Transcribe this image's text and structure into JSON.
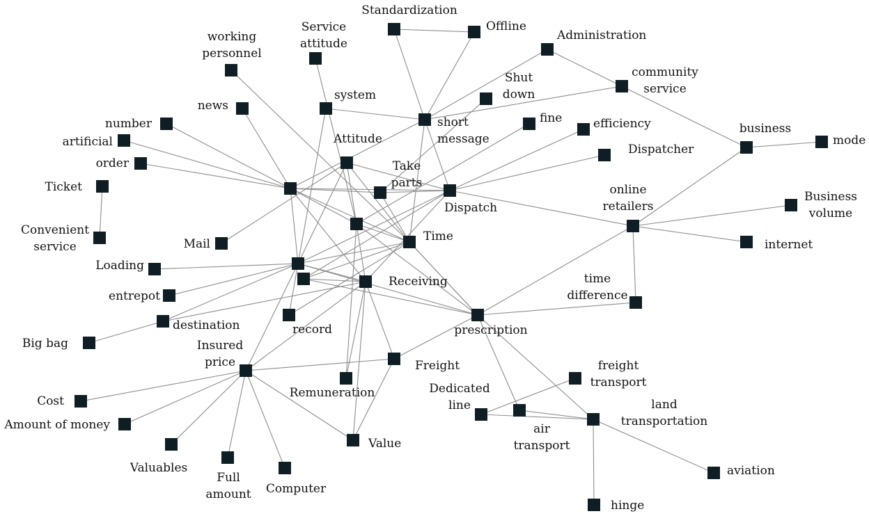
{
  "nodes": [
    {
      "id": "standardization",
      "label": [
        "Standardization"
      ]
    },
    {
      "id": "offline",
      "label": [
        "Offline"
      ]
    },
    {
      "id": "administration",
      "label": [
        "Administration"
      ]
    },
    {
      "id": "working_personnel",
      "label": [
        "working",
        "personnel"
      ]
    },
    {
      "id": "service_attitude",
      "label": [
        "Service",
        "attitude"
      ]
    },
    {
      "id": "shut_down",
      "label": [
        "Shut",
        "down"
      ]
    },
    {
      "id": "community_service",
      "label": [
        "community",
        "service"
      ]
    },
    {
      "id": "system",
      "label": [
        "system"
      ]
    },
    {
      "id": "news",
      "label": [
        "news"
      ]
    },
    {
      "id": "short_message",
      "label": [
        "short",
        "message"
      ]
    },
    {
      "id": "fine",
      "label": [
        "fine"
      ]
    },
    {
      "id": "efficiency",
      "label": [
        "efficiency"
      ]
    },
    {
      "id": "business",
      "label": [
        "business"
      ]
    },
    {
      "id": "mode",
      "label": [
        "mode"
      ]
    },
    {
      "id": "number",
      "label": [
        "number"
      ]
    },
    {
      "id": "artificial",
      "label": [
        "artificial"
      ]
    },
    {
      "id": "attitude",
      "label": [
        "Attitude"
      ]
    },
    {
      "id": "dispatcher",
      "label": [
        "Dispatcher"
      ]
    },
    {
      "id": "order",
      "label": [
        "order"
      ]
    },
    {
      "id": "take_parts",
      "label": [
        "Take",
        "parts"
      ]
    },
    {
      "id": "ticket",
      "label": [
        "Ticket"
      ]
    },
    {
      "id": "hub_a",
      "label": []
    },
    {
      "id": "dispatch",
      "label": [
        "Dispatch"
      ]
    },
    {
      "id": "online_retailers",
      "label": [
        "online",
        "retailers"
      ]
    },
    {
      "id": "business_volume",
      "label": [
        "Business",
        "volume"
      ]
    },
    {
      "id": "convenient_service",
      "label": [
        "Convenient",
        "service"
      ]
    },
    {
      "id": "hub_b",
      "label": []
    },
    {
      "id": "mail",
      "label": [
        "Mail"
      ]
    },
    {
      "id": "time",
      "label": [
        "Time"
      ]
    },
    {
      "id": "internet",
      "label": [
        "internet"
      ]
    },
    {
      "id": "loading",
      "label": [
        "Loading"
      ]
    },
    {
      "id": "hub_c",
      "label": []
    },
    {
      "id": "hub_d",
      "label": []
    },
    {
      "id": "receiving",
      "label": [
        "Receiving"
      ]
    },
    {
      "id": "time_difference",
      "label": [
        "time",
        "difference"
      ]
    },
    {
      "id": "entrepot",
      "label": [
        "entrepot"
      ]
    },
    {
      "id": "prescription",
      "label": [
        "prescription"
      ]
    },
    {
      "id": "record",
      "label": [
        "record"
      ]
    },
    {
      "id": "destination",
      "label": [
        "destination"
      ]
    },
    {
      "id": "big_bag",
      "label": [
        "Big bag"
      ]
    },
    {
      "id": "insured_price",
      "label": [
        "Insured",
        "price"
      ]
    },
    {
      "id": "freight",
      "label": [
        "Freight"
      ]
    },
    {
      "id": "freight_transport",
      "label": [
        "freight",
        "transport"
      ]
    },
    {
      "id": "remuneration",
      "label": [
        "Remuneration"
      ]
    },
    {
      "id": "dedicated_line",
      "label": [
        "Dedicated",
        "line"
      ]
    },
    {
      "id": "cost",
      "label": [
        "Cost"
      ]
    },
    {
      "id": "air_transport",
      "label": [
        "air",
        "transport"
      ]
    },
    {
      "id": "land_transportation",
      "label": [
        "land",
        "transportation"
      ]
    },
    {
      "id": "amount_of_money",
      "label": [
        "Amount of money"
      ]
    },
    {
      "id": "value",
      "label": [
        "Value"
      ]
    },
    {
      "id": "valuables",
      "label": [
        "Valuables"
      ]
    },
    {
      "id": "full_amount",
      "label": [
        "Full",
        "amount"
      ]
    },
    {
      "id": "computer",
      "label": [
        "Computer"
      ]
    },
    {
      "id": "aviation",
      "label": [
        "aviation"
      ]
    },
    {
      "id": "hinge",
      "label": [
        "hinge"
      ]
    }
  ],
  "edges": [
    [
      "standardization",
      "offline"
    ],
    [
      "standardization",
      "short_message"
    ],
    [
      "offline",
      "short_message"
    ],
    [
      "administration",
      "community_service"
    ],
    [
      "administration",
      "short_message"
    ],
    [
      "community_service",
      "business"
    ],
    [
      "community_service",
      "short_message"
    ],
    [
      "business",
      "mode"
    ],
    [
      "business",
      "online_retailers"
    ],
    [
      "service_attitude",
      "hub_b"
    ],
    [
      "working_personnel",
      "time"
    ],
    [
      "system",
      "short_message"
    ],
    [
      "system",
      "hub_c"
    ],
    [
      "short_message",
      "dispatch"
    ],
    [
      "short_message",
      "hub_a"
    ],
    [
      "short_message",
      "time"
    ],
    [
      "shut_down",
      "take_parts"
    ],
    [
      "fine",
      "hub_b"
    ],
    [
      "efficiency",
      "dispatch"
    ],
    [
      "dispatcher",
      "dispatch"
    ],
    [
      "news",
      "hub_a"
    ],
    [
      "number",
      "hub_a"
    ],
    [
      "artificial",
      "hub_a"
    ],
    [
      "order",
      "hub_a"
    ],
    [
      "ticket",
      "convenient_service"
    ],
    [
      "mail",
      "attitude"
    ],
    [
      "hub_a",
      "dispatch"
    ],
    [
      "hub_a",
      "take_parts"
    ],
    [
      "hub_a",
      "time"
    ],
    [
      "hub_a",
      "hub_b"
    ],
    [
      "hub_a",
      "receiving"
    ],
    [
      "hub_a",
      "hub_c"
    ],
    [
      "attitude",
      "time"
    ],
    [
      "attitude",
      "hub_c"
    ],
    [
      "attitude",
      "receiving"
    ],
    [
      "attitude",
      "dispatch"
    ],
    [
      "take_parts",
      "dispatch"
    ],
    [
      "take_parts",
      "time"
    ],
    [
      "dispatch",
      "online_retailers"
    ],
    [
      "dispatch",
      "hub_c"
    ],
    [
      "dispatch",
      "hub_d"
    ],
    [
      "dispatch",
      "receiving"
    ],
    [
      "online_retailers",
      "business_volume"
    ],
    [
      "online_retailers",
      "internet"
    ],
    [
      "online_retailers",
      "time_difference"
    ],
    [
      "online_retailers",
      "prescription"
    ],
    [
      "time_difference",
      "prescription"
    ],
    [
      "time",
      "hub_c"
    ],
    [
      "time",
      "hub_d"
    ],
    [
      "time",
      "prescription"
    ],
    [
      "time",
      "record"
    ],
    [
      "time",
      "hub_b"
    ],
    [
      "time",
      "prescription"
    ],
    [
      "hub_b",
      "remuneration"
    ],
    [
      "hub_b",
      "prescription"
    ],
    [
      "loading",
      "hub_c"
    ],
    [
      "entrepot",
      "hub_c"
    ],
    [
      "destination",
      "hub_c"
    ],
    [
      "destination",
      "receiving"
    ],
    [
      "big_bag",
      "destination"
    ],
    [
      "hub_c",
      "record"
    ],
    [
      "hub_c",
      "receiving"
    ],
    [
      "hub_c",
      "insured_price"
    ],
    [
      "hub_c",
      "prescription"
    ],
    [
      "hub_d",
      "prescription"
    ],
    [
      "hub_d",
      "receiving"
    ],
    [
      "receiving",
      "insured_price"
    ],
    [
      "receiving",
      "remuneration"
    ],
    [
      "receiving",
      "freight"
    ],
    [
      "receiving",
      "value"
    ],
    [
      "freight",
      "insured_price"
    ],
    [
      "freight",
      "prescription"
    ],
    [
      "freight",
      "value"
    ],
    [
      "insured_price",
      "cost"
    ],
    [
      "insured_price",
      "amount_of_money"
    ],
    [
      "insured_price",
      "valuables"
    ],
    [
      "insured_price",
      "full_amount"
    ],
    [
      "insured_price",
      "computer"
    ],
    [
      "insured_price",
      "value"
    ],
    [
      "prescription",
      "air_transport"
    ],
    [
      "prescription",
      "land_transportation"
    ],
    [
      "freight_transport",
      "dedicated_line"
    ],
    [
      "dedicated_line",
      "land_transportation"
    ],
    [
      "air_transport",
      "land_transportation"
    ],
    [
      "land_transportation",
      "aviation"
    ],
    [
      "land_transportation",
      "hinge"
    ]
  ]
}
